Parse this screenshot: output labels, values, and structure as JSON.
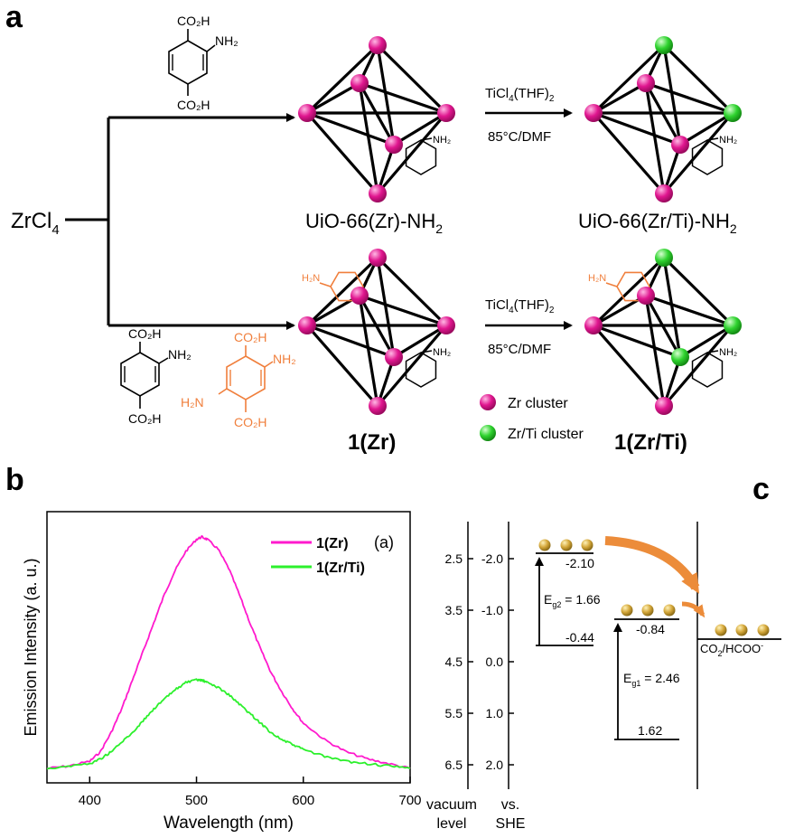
{
  "panel_labels": {
    "a": "a",
    "b": "b",
    "c": "c"
  },
  "scheme": {
    "precursor": "ZrCl",
    "precursor_sub": "4",
    "linker1": {
      "top": "CO₂H",
      "side": "NH₂",
      "bottom": "CO₂H"
    },
    "linker2": {
      "top": "CO₂H",
      "side": "NH₂",
      "bottom": "CO₂H"
    },
    "linker3": {
      "top": "CO₂H",
      "side_right": "NH₂",
      "side_left": "H₂N",
      "bottom": "CO₂H"
    },
    "reagent": "TiCl",
    "reagent_sub1": "4",
    "reagent_mid": "(THF)",
    "reagent_sub2": "2",
    "condition": "85°C/DMF",
    "framework_nh2": "NH₂",
    "orange_nh2": "H₂N",
    "products": {
      "p1_main": "UiO-66(Zr)-NH",
      "p1_sub": "2",
      "p2_main": "UiO-66(Zr/Ti)-NH",
      "p2_sub": "2",
      "p3": "1(Zr)",
      "p4": "1(Zr/Ti)"
    },
    "legend": {
      "zr": "Zr cluster",
      "zrti": "Zr/Ti cluster"
    },
    "colors": {
      "zr": "#e0168f",
      "zrti": "#2fd32f",
      "orange": "#f07f3c"
    }
  },
  "chart_data": [
    {
      "type": "line",
      "xlabel": "Wavelength (nm)",
      "ylabel": "Emission Intensity (a. u.)",
      "xlim": [
        360,
        700
      ],
      "xticks": [
        400,
        500,
        600,
        700
      ],
      "inset_label": "(a)",
      "series": [
        {
          "name": "1(Zr)",
          "color": "#ff1acd",
          "x": [
            360,
            380,
            400,
            410,
            420,
            430,
            440,
            450,
            460,
            470,
            480,
            490,
            500,
            505,
            510,
            520,
            530,
            540,
            550,
            560,
            570,
            580,
            590,
            600,
            620,
            640,
            660,
            680,
            700
          ],
          "y": [
            0.03,
            0.04,
            0.06,
            0.1,
            0.18,
            0.28,
            0.4,
            0.52,
            0.64,
            0.76,
            0.86,
            0.94,
            0.99,
            1.0,
            0.99,
            0.95,
            0.87,
            0.76,
            0.64,
            0.53,
            0.43,
            0.35,
            0.28,
            0.22,
            0.15,
            0.1,
            0.07,
            0.05,
            0.03
          ]
        },
        {
          "name": "1(Zr/Ti)",
          "color": "#2cf02c",
          "x": [
            360,
            380,
            400,
            410,
            420,
            430,
            440,
            450,
            460,
            470,
            480,
            490,
            500,
            505,
            510,
            520,
            530,
            540,
            550,
            560,
            570,
            580,
            590,
            600,
            620,
            640,
            660,
            680,
            700
          ],
          "y": [
            0.03,
            0.04,
            0.05,
            0.07,
            0.1,
            0.14,
            0.18,
            0.23,
            0.28,
            0.32,
            0.36,
            0.39,
            0.4,
            0.4,
            0.39,
            0.37,
            0.34,
            0.3,
            0.26,
            0.22,
            0.18,
            0.15,
            0.13,
            0.11,
            0.08,
            0.06,
            0.05,
            0.04,
            0.03
          ]
        }
      ]
    },
    {
      "type": "diagram",
      "vacuum_ticks": [
        "2.5",
        "3.5",
        "4.5",
        "5.5",
        "6.5"
      ],
      "she_ticks": [
        "-2.0",
        "-1.0",
        "0.0",
        "1.0",
        "2.0"
      ],
      "axis_labels": {
        "vacuum1": "vacuum",
        "vacuum2": "level",
        "she1": "vs.",
        "she2": "SHE"
      },
      "levels": {
        "cb1": "-2.10",
        "vb1": "-0.44",
        "cb2": "-0.84",
        "vb2": "1.62",
        "redox_main": "CO",
        "redox_sub": "2",
        "redox_rest": "/HCOO",
        "redox_sup": "-"
      },
      "gaps": {
        "g2": {
          "sym": "E",
          "sub": "g2",
          "val": " = 1.66"
        },
        "g1": {
          "sym": "E",
          "sub": "g1",
          "val": " = 2.46"
        }
      },
      "colors": {
        "arrow": "#ec8c3a",
        "ball": "#d4a73a"
      }
    }
  ]
}
